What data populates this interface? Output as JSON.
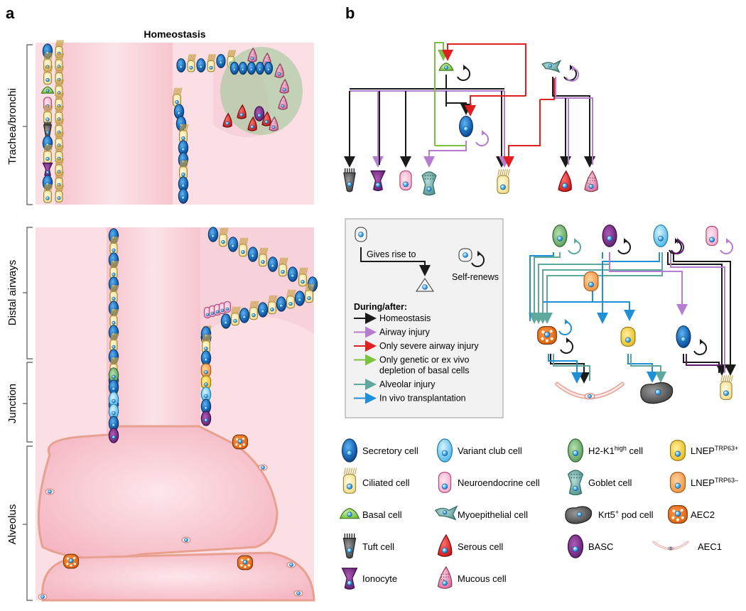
{
  "panel_a": {
    "letter": "a",
    "title": "Homeostasis",
    "regions": [
      "Trachea/bronchi",
      "Distal airways",
      "Junction",
      "Alveolus"
    ]
  },
  "panel_b": {
    "letter": "b",
    "key": {
      "gives_rise_to": "Gives rise to",
      "self_renews": "Self-renews",
      "during_after": "During/after:",
      "items": [
        {
          "label": "Homeostasis",
          "color": "#1a1a1a"
        },
        {
          "label": "Airway injury",
          "color": "#b57ccf"
        },
        {
          "label": "Only severe airway injury",
          "color": "#e02020"
        },
        {
          "label": "Only genetic or ex vivo",
          "label2": "depletion of basal cells",
          "color": "#7cc242"
        },
        {
          "label": "Alveolar injury",
          "color": "#5fa89e"
        },
        {
          "label": "In vivo transplantation",
          "color": "#1f8fd6"
        }
      ]
    },
    "cell_legend": [
      {
        "name": "Secretory cell",
        "sup": ""
      },
      {
        "name": "Variant club cell",
        "sup": ""
      },
      {
        "name": "H2-K1",
        "sup": "high",
        "suffix": " cell"
      },
      {
        "name": "LNEP",
        "sup": "TRP63+",
        "suffix": ""
      },
      {
        "name": "Ciliated cell",
        "sup": ""
      },
      {
        "name": "Neuroendocrine cell",
        "sup": ""
      },
      {
        "name": "Goblet cell",
        "sup": ""
      },
      {
        "name": "LNEP",
        "sup": "TRP63–",
        "suffix": ""
      },
      {
        "name": "Basal cell",
        "sup": ""
      },
      {
        "name": "Myoepithelial cell",
        "sup": ""
      },
      {
        "name": "Krt5",
        "sup": "+",
        "suffix": " pod cell"
      },
      {
        "name": "AEC2",
        "sup": ""
      },
      {
        "name": "Tuft cell",
        "sup": ""
      },
      {
        "name": "Serous cell",
        "sup": ""
      },
      {
        "name": "BASC",
        "sup": ""
      },
      {
        "name": "AEC1",
        "sup": ""
      },
      {
        "name": "Ionocyte",
        "sup": ""
      },
      {
        "name": "Mucous cell",
        "sup": ""
      }
    ]
  }
}
